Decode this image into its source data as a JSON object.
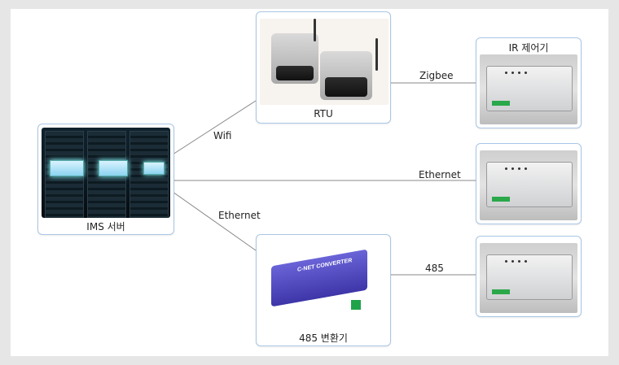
{
  "nodes": {
    "ims_server": {
      "label": "IMS 서버"
    },
    "rtu": {
      "label": "RTU"
    },
    "converter_485": {
      "label": "485 변환기"
    },
    "ir_controller": {
      "label": "IR 제어기"
    }
  },
  "links": {
    "wifi": "Wifi",
    "zigbee": "Zigbee",
    "ethernet_middle": "Ethernet",
    "ethernet_lower": "Ethernet",
    "rs485": "485"
  }
}
